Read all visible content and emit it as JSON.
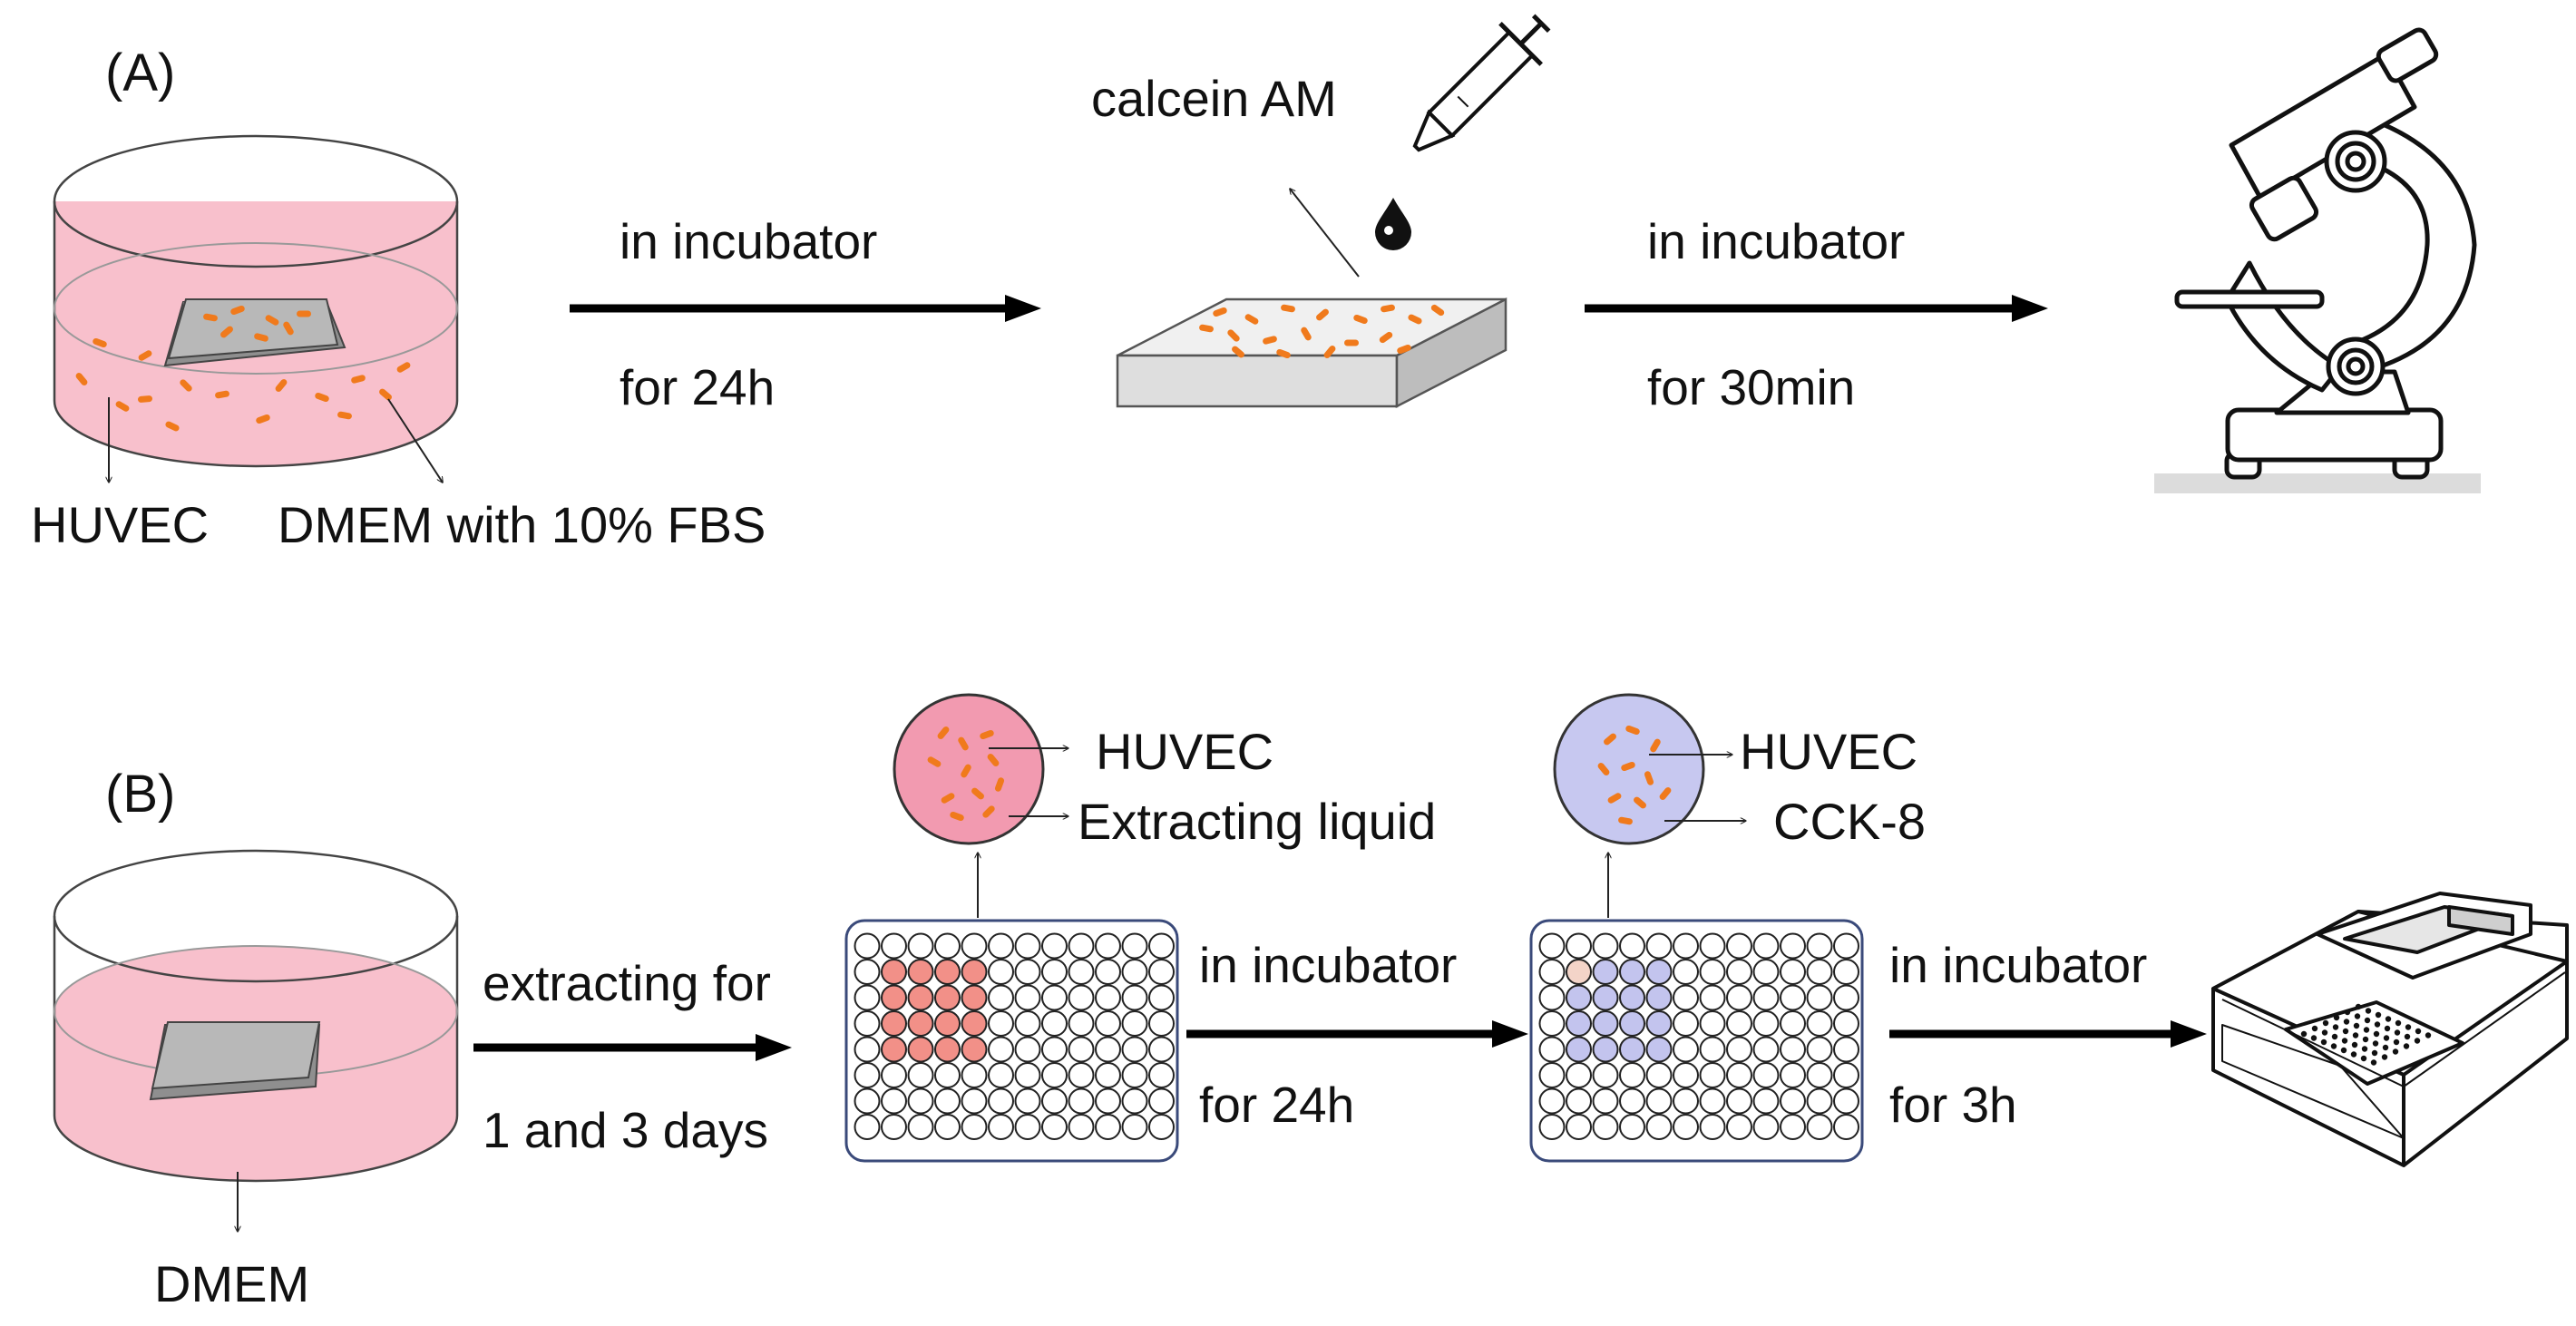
{
  "panels": {
    "a_label": "(A)",
    "b_label": "(B)"
  },
  "panel_a": {
    "dish_label_cells": "HUVEC",
    "dish_label_medium": "DMEM with 10% FBS",
    "step1_line1": "in incubator",
    "step1_line2": "for 24h",
    "reagent": "calcein AM",
    "step2_line1": "in incubator",
    "step2_line2": "for 30min"
  },
  "panel_b": {
    "dish_label": "DMEM",
    "step1_line1": "extracting for",
    "step1_line2": "1 and 3 days",
    "well1_cells": "HUVEC",
    "well1_liquid": "Extracting liquid",
    "step2_line1": "in incubator",
    "step2_line2": "for 24h",
    "well2_cells": "HUVEC",
    "well2_reagent": "CCK-8",
    "step3_line1": "in incubator",
    "step3_line2": "for 3h"
  },
  "colors": {
    "medium_pink": "#f8c0cc",
    "cell_orange": "#f07a1c",
    "extract_well": "#f29088",
    "cck8_well": "#c3c4ee",
    "sample_gray": "#b8b8b8"
  },
  "icons": [
    "petri-dish-icon",
    "pipette-icon",
    "microscope-icon",
    "well-plate-icon",
    "plate-reader-icon",
    "arrow-icon"
  ]
}
